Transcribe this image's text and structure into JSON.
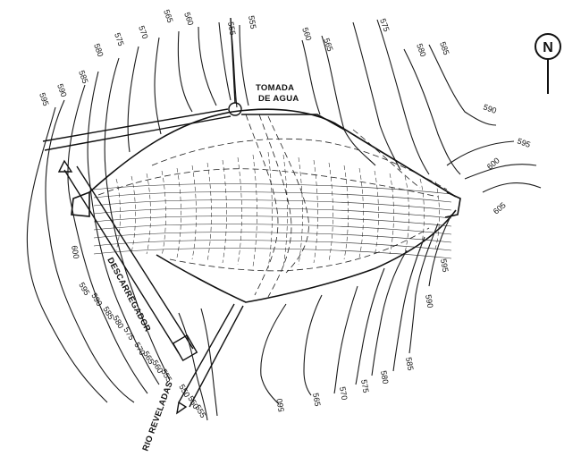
{
  "labels": {
    "intake": [
      "TOMADA",
      "DE AGUA"
    ],
    "spillway": "DESCARREGADOR",
    "river": "RIO REVELADAS",
    "north": "N"
  },
  "contour_numbers": {
    "top": [
      "555",
      "555",
      "560",
      "565",
      "570",
      "575",
      "580",
      "585",
      "590",
      "595"
    ],
    "top_right": [
      "560",
      "565",
      "575",
      "580",
      "585"
    ],
    "right": [
      "590",
      "595",
      "600",
      "605"
    ],
    "bottom_right": [
      "595",
      "590",
      "585",
      "580",
      "575",
      "570",
      "565",
      "560"
    ],
    "bottom_left": [
      "600",
      "595",
      "590",
      "585",
      "580",
      "575",
      "570",
      "565",
      "560",
      "555",
      "550",
      "550",
      "555"
    ]
  },
  "colors": {
    "ink": "#111111",
    "paper": "#ffffff"
  }
}
